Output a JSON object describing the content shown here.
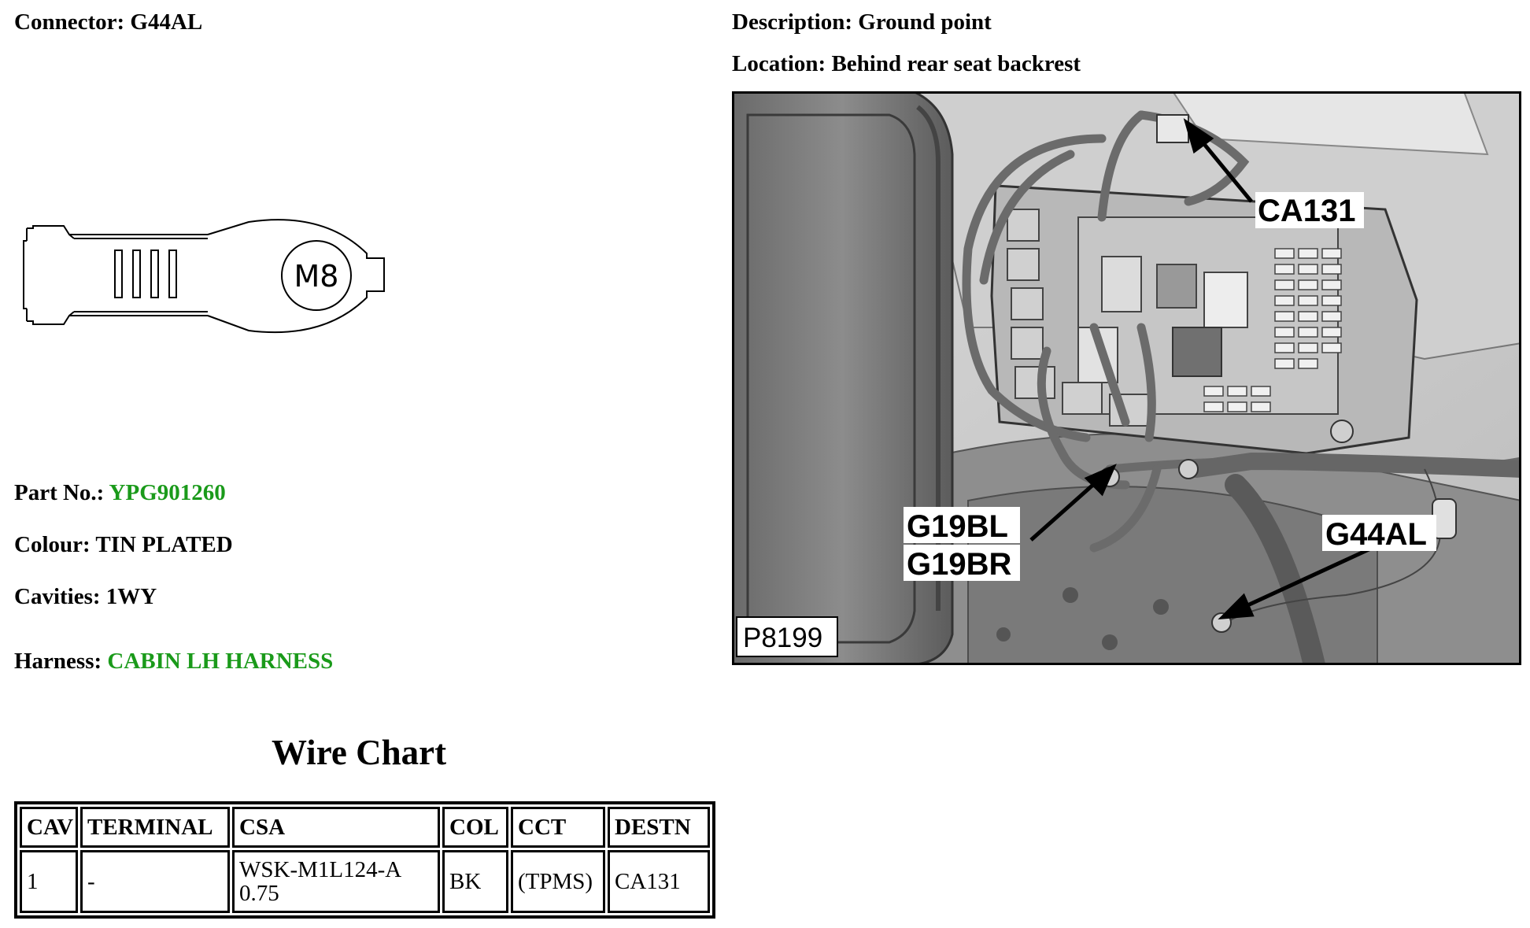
{
  "connector": {
    "label": "Connector:",
    "value": "G44AL"
  },
  "description": {
    "label": "Description:",
    "value": "Ground point"
  },
  "location": {
    "label": "Location:",
    "value": "Behind rear seat backrest"
  },
  "terminal": {
    "marking": "M8"
  },
  "part_no": {
    "label": "Part No.:",
    "value": "YPG901260"
  },
  "colour": {
    "label": "Colour:",
    "value": "TIN PLATED"
  },
  "cavities": {
    "label": "Cavities:",
    "value": "1WY"
  },
  "harness": {
    "label": "Harness:",
    "value": "CABIN LH HARNESS"
  },
  "photo": {
    "callouts": [
      "CA131",
      "G19BL",
      "G19BR",
      "G44AL"
    ],
    "reference": "P8199"
  },
  "wire_chart": {
    "title": "Wire Chart",
    "headers": [
      "CAV",
      "TERMINAL",
      "CSA",
      "COL",
      "CCT",
      "DESTN"
    ],
    "rows": [
      {
        "cav": "1",
        "terminal": "-",
        "csa_1": "WSK-M1L124-A",
        "csa_2": "0.75",
        "col": "BK",
        "cct": "(TPMS)",
        "destn": "CA131"
      }
    ]
  },
  "colors": {
    "link_green": "#1a9a1a",
    "text": "#000000"
  }
}
